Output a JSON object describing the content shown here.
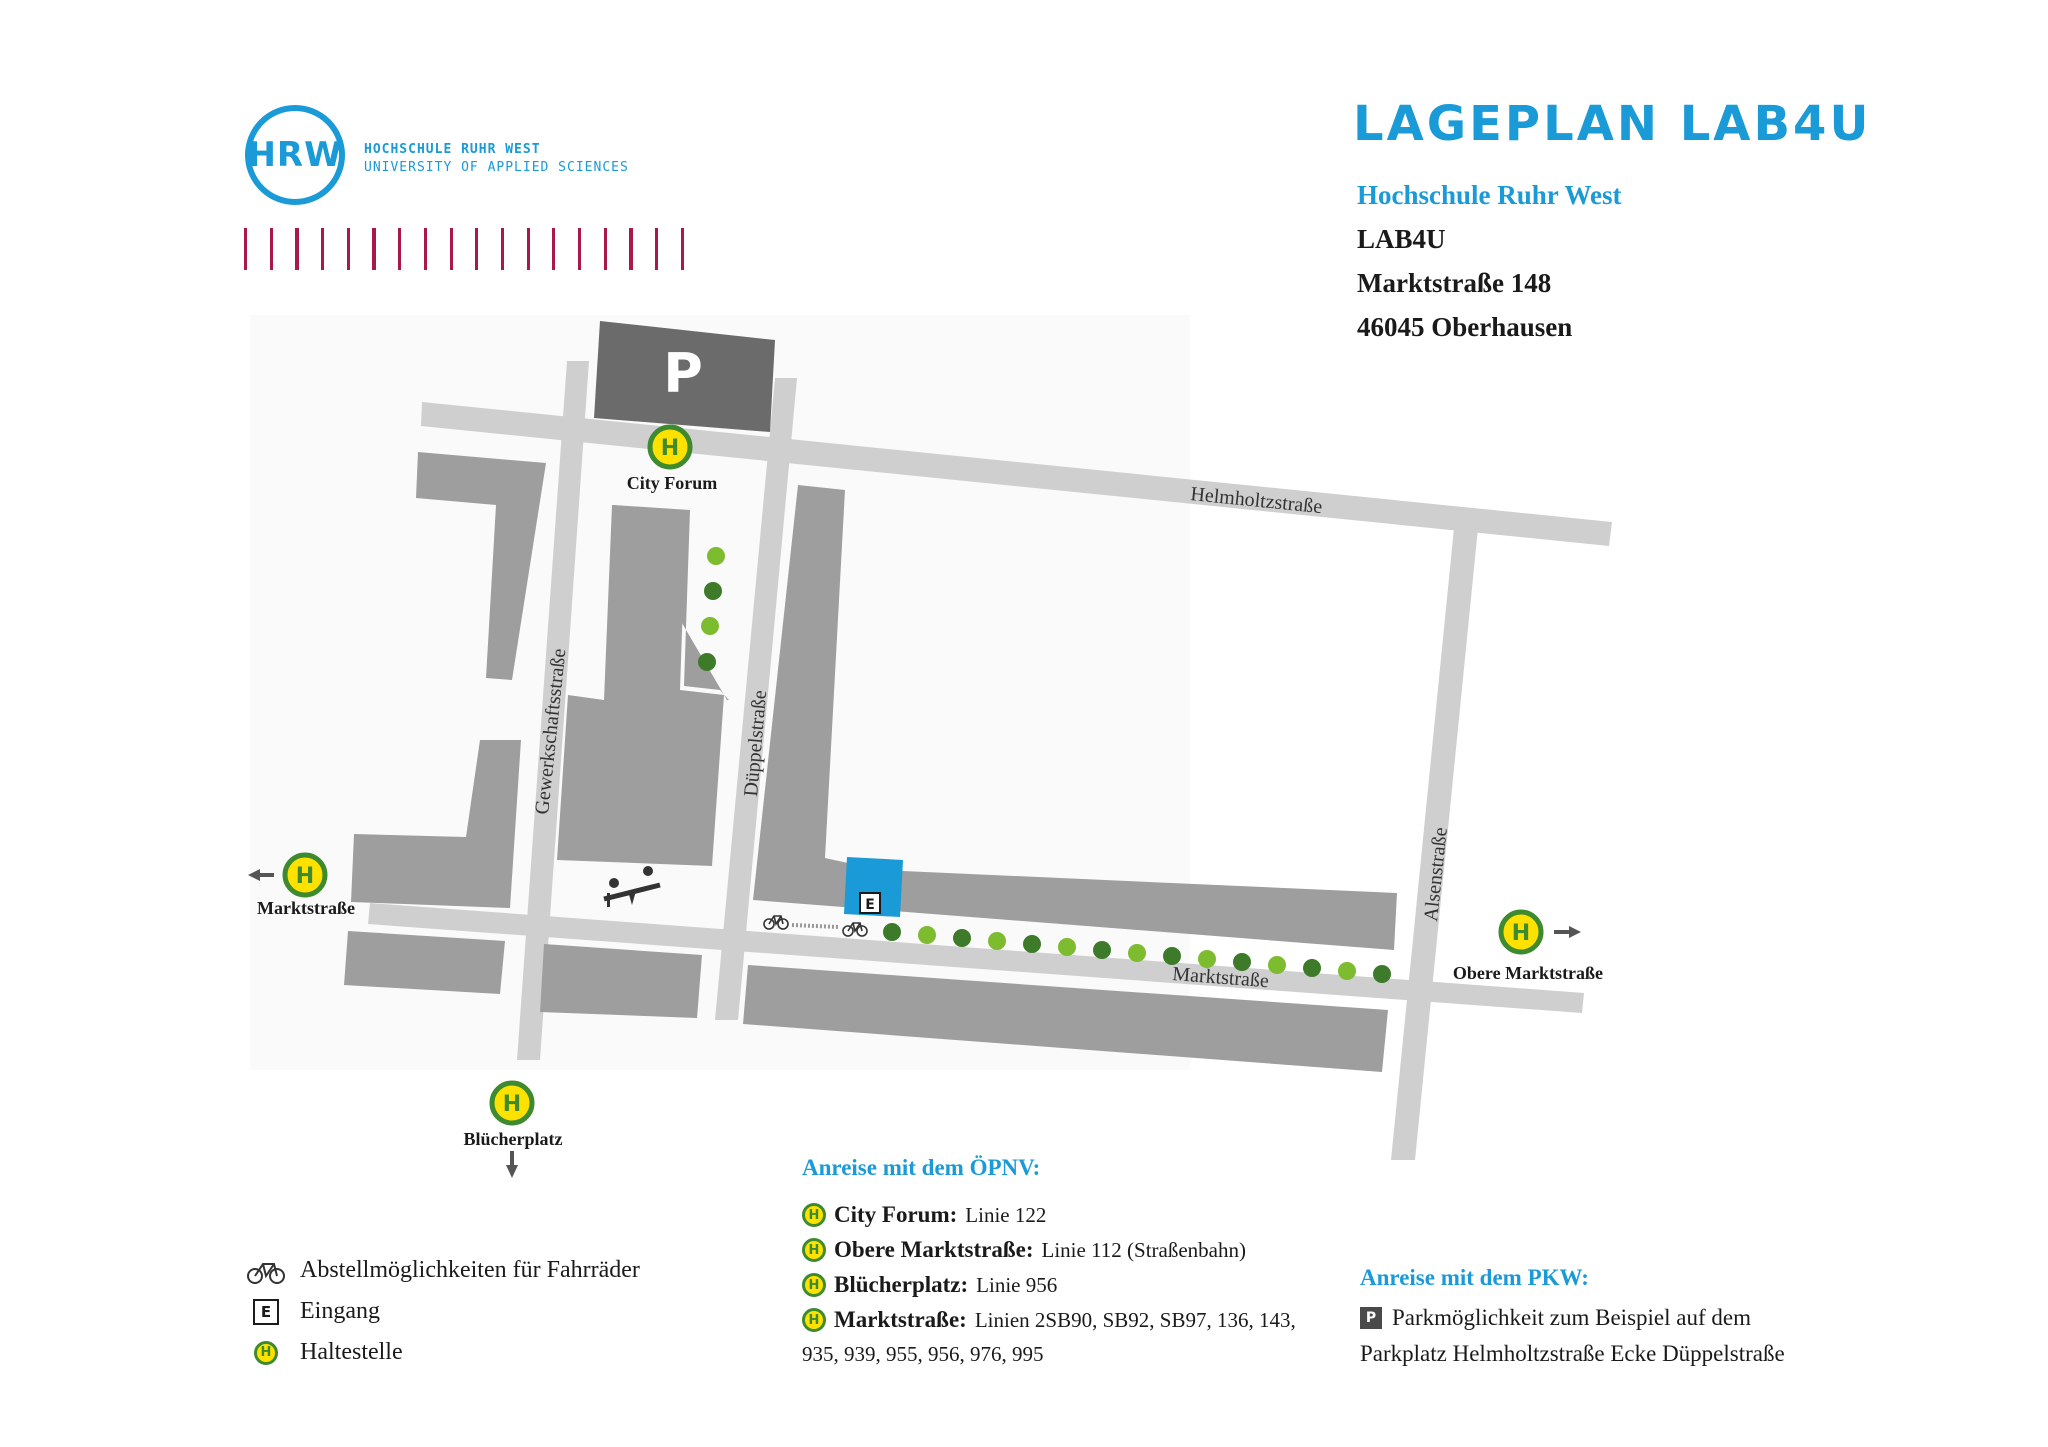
{
  "logo": {
    "mark": "HRW",
    "line1": "HOCHSCHULE RUHR WEST",
    "line2": "UNIVERSITY OF APPLIED SCIENCES"
  },
  "header": {
    "title": "LAGEPLAN LAB4U",
    "address": [
      "Hochschule Ruhr West",
      "LAB4U",
      "Marktstraße 148",
      "46045 Oberhausen"
    ]
  },
  "map": {
    "parking_symbol": "P",
    "entrance_symbol": "E",
    "stop_symbol": "H",
    "streets": {
      "helmholtz": "Helmholtzstraße",
      "gewerkschafts": "Gewerkschaftsstraße",
      "dueppel": "Düppelstraße",
      "alsen": "Alsenstraße",
      "markt": "Marktstraße"
    },
    "stops": {
      "city_forum": "City Forum",
      "marktstrasse": "Marktstraße",
      "obere_marktstrasse": "Obere Marktstraße",
      "bluecherplatz": "Blücherplatz"
    },
    "icons": [
      "bicycle-icon",
      "playground-icon",
      "arrow-left-icon",
      "arrow-right-icon",
      "arrow-down-icon"
    ],
    "colors": {
      "building": "#9e9e9e",
      "street": "#cfcfcf",
      "parking": "#6b6b6b",
      "entrance": "#1a9ad6",
      "tree_light": "#7dbb2f",
      "tree_dark": "#3d7a2a",
      "stop_fill": "#ffe100",
      "stop_ring": "#3d8a2f"
    }
  },
  "legend": {
    "bike": "Abstellmöglichkeiten für Fahrräder",
    "entrance": "Eingang",
    "stop": "Haltestelle"
  },
  "opnv": {
    "heading": "Anreise mit dem ÖPNV:",
    "rows": [
      {
        "stop": "City Forum:",
        "lines": "Linie 122"
      },
      {
        "stop": "Obere Marktstraße:",
        "lines": "Linie 112 (Straßenbahn)"
      },
      {
        "stop": "Blücherplatz:",
        "lines": "Linie 956"
      },
      {
        "stop": "Marktstraße:",
        "lines": "Linien 2SB90, SB92, SB97, 136, 143,"
      }
    ],
    "continuation": "935, 939, 955, 956, 976, 995"
  },
  "pkw": {
    "heading": "Anreise mit dem PKW:",
    "line1": "Parkmöglichkeit zum Beispiel auf dem",
    "line2": "Parkplatz Helmholtzstraße Ecke Düppelstraße"
  }
}
